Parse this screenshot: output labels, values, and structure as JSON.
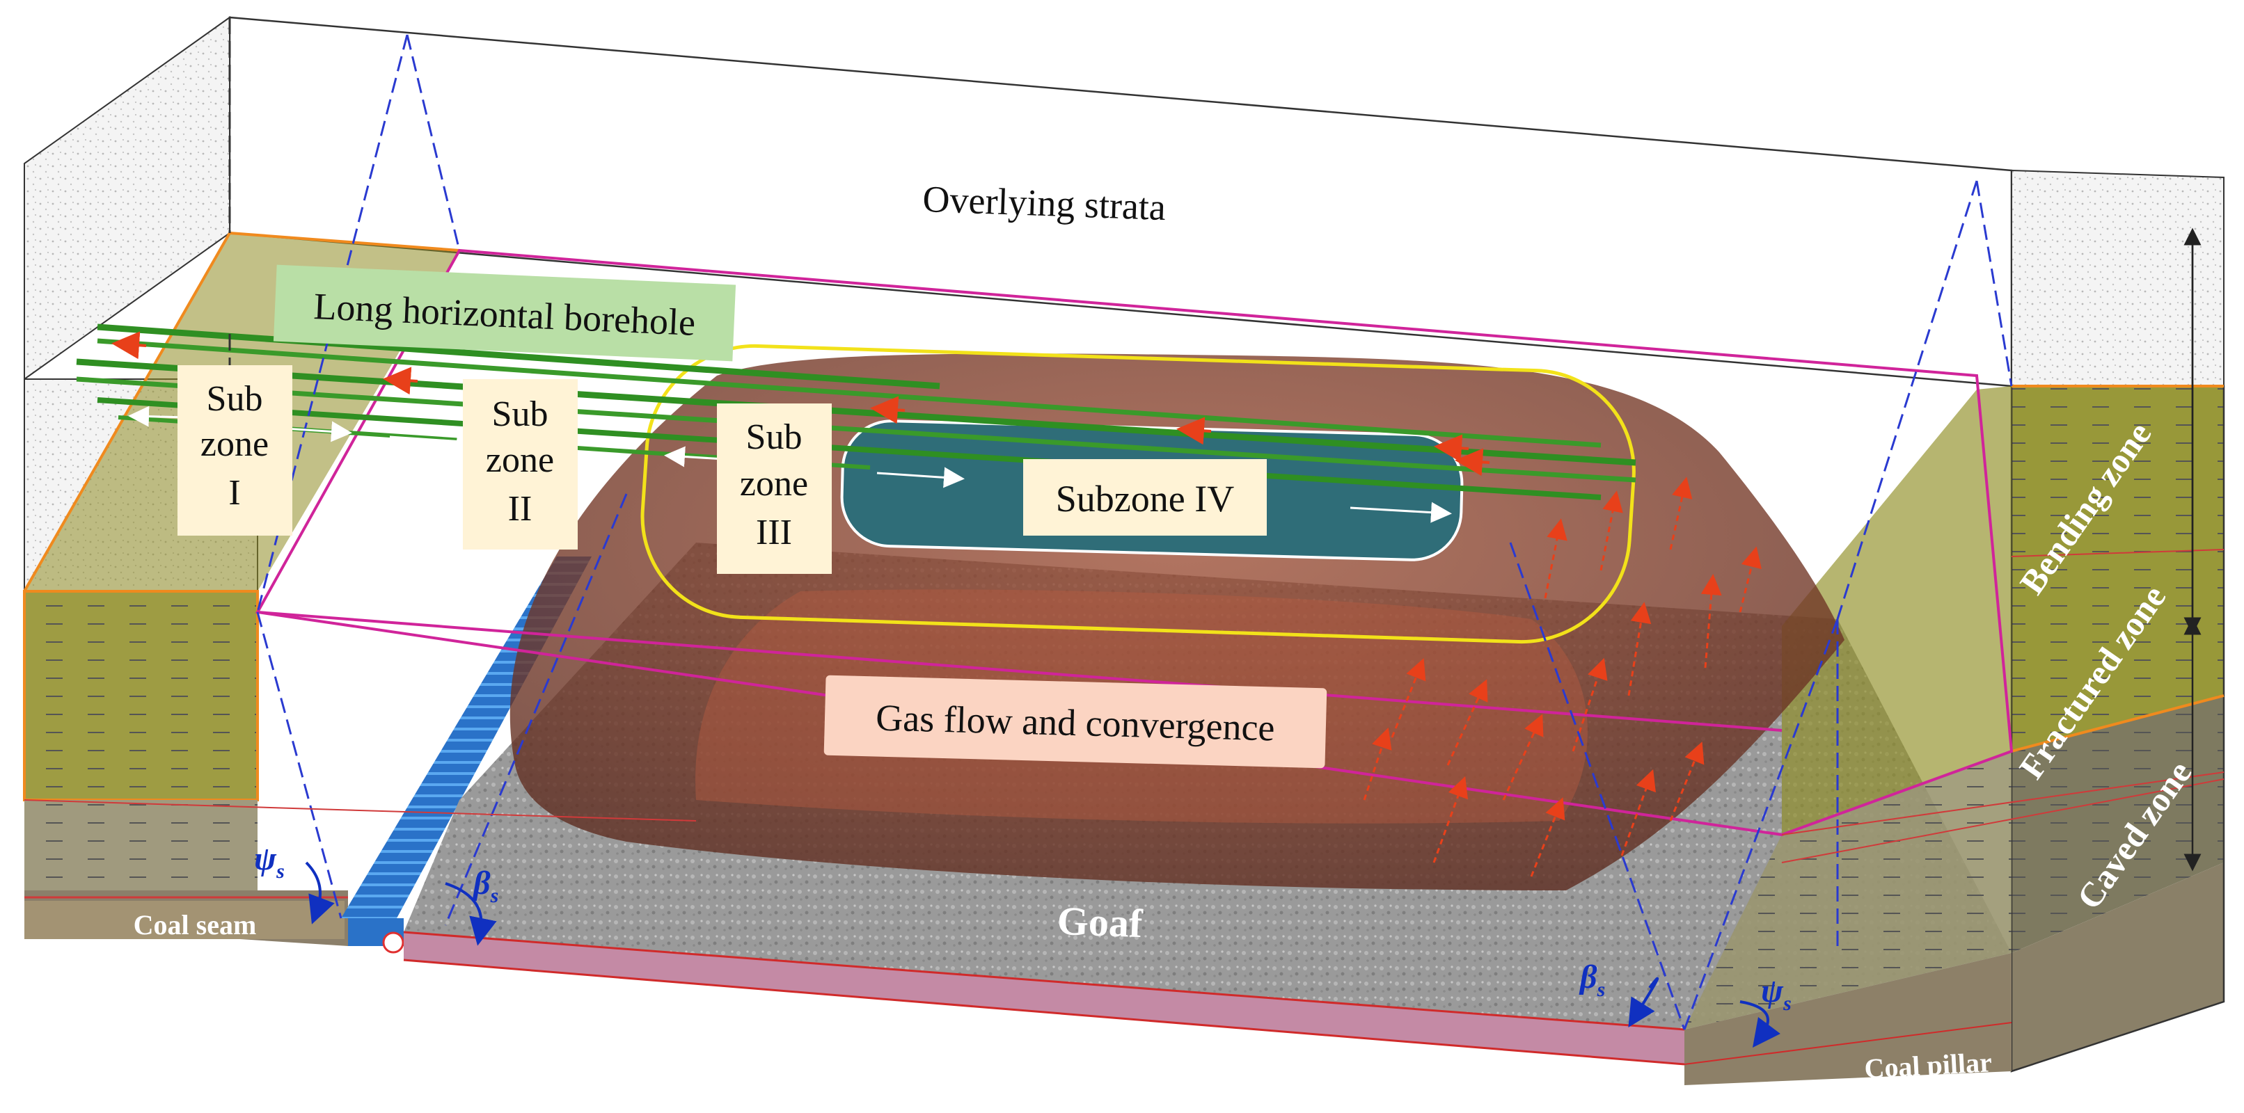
{
  "labels": {
    "overlying_strata": "Overlying strata",
    "long_horizontal_borehole": "Long horizontal borehole",
    "subzone_1": [
      "Sub",
      "zone",
      "I"
    ],
    "subzone_2": [
      "Sub",
      "zone",
      "II"
    ],
    "subzone_3": [
      "Sub",
      "zone",
      "III"
    ],
    "subzone_4": "Subzone IV",
    "gas_flow": "Gas flow and convergence",
    "goaf": "Goaf",
    "coal_seam": "Coal seam",
    "coal_pillar": "Coal pillar",
    "bending_zone": "Bending zone",
    "fractured_zone": "Fractured zone",
    "caved_zone": "Caved zone",
    "psi_s": "ψ",
    "beta_s": "β",
    "subscript_s": "s"
  },
  "colors": {
    "magenta_outline": "#d0249a",
    "orange_outline": "#f08a1e",
    "yellow_outline": "#f2e21a",
    "olive_strata": "#8c8a1c",
    "brown_dome": "#7a3c2a",
    "teal_subzone": "#2f6d78",
    "borehole_green": "#3a9a2a",
    "arrow_red": "#e8401a",
    "angle_blue": "#1030c0",
    "label_box": "#fff3d6",
    "gas_box": "#fbd4c2",
    "borehole_box": "#b9dfa6"
  }
}
